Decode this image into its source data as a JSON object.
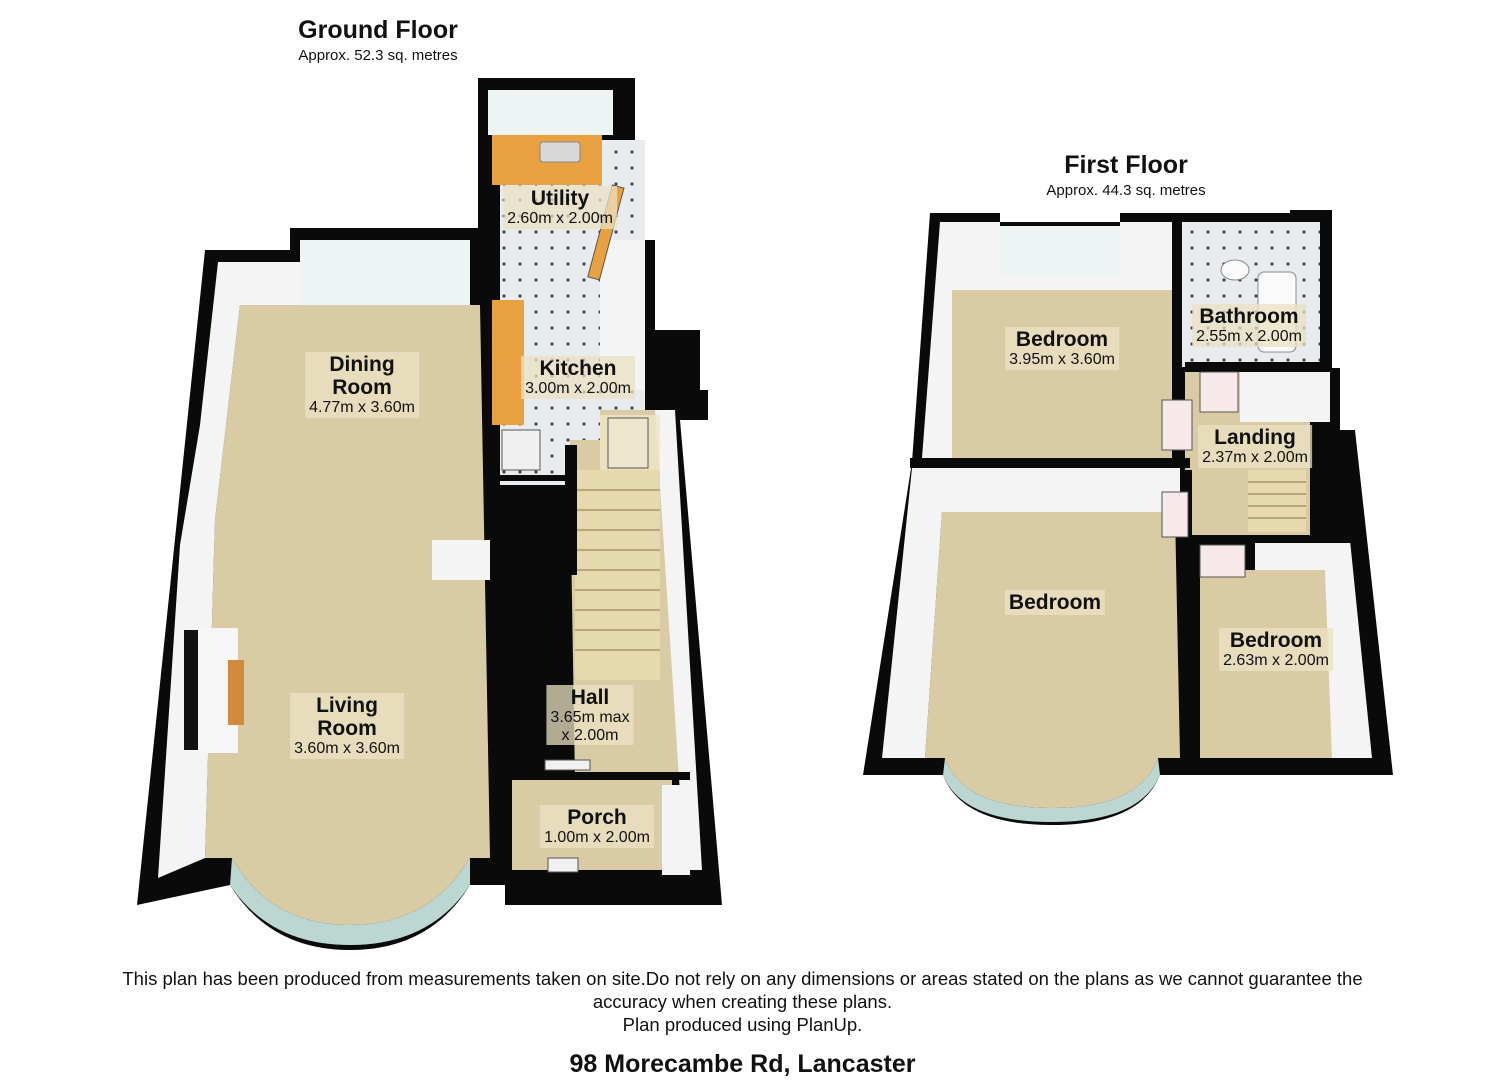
{
  "ground_floor": {
    "title": "Ground Floor",
    "area": "Approx. 52.3 sq. metres",
    "rooms": {
      "utility": {
        "name": "Utility",
        "dims": "2.60m x 2.00m"
      },
      "kitchen": {
        "name": "Kitchen",
        "dims": "3.00m x 2.00m"
      },
      "dining": {
        "name_line1": "Dining",
        "name_line2": "Room",
        "dims": "4.77m x 3.60m"
      },
      "living": {
        "name_line1": "Living",
        "name_line2": "Room",
        "dims": "3.60m x 3.60m"
      },
      "hall": {
        "name": "Hall",
        "dims_line1": "3.65m max",
        "dims_line2": "x 2.00m"
      },
      "porch": {
        "name": "Porch",
        "dims": "1.00m x 2.00m"
      }
    }
  },
  "first_floor": {
    "title": "First Floor",
    "area": "Approx. 44.3 sq. metres",
    "rooms": {
      "bedroom1": {
        "name": "Bedroom",
        "dims": "3.95m x 3.60m"
      },
      "bathroom": {
        "name": "Bathroom",
        "dims": "2.55m x 2.00m"
      },
      "landing": {
        "name": "Landing",
        "dims": "2.37m x 2.00m"
      },
      "bedroom2": {
        "name": "Bedroom"
      },
      "bedroom3": {
        "name": "Bedroom",
        "dims": "2.63m x 2.00m"
      }
    }
  },
  "disclaimer": {
    "line1": "This plan has been produced from measurements taken on site.Do not rely on any dimensions or areas stated on the plans as we cannot guarantee the",
    "line2": "accuracy when creating these plans.",
    "line3": "Plan produced using PlanUp."
  },
  "address": "98 Morecambe Rd, Lancaster",
  "colors": {
    "wall": "#0a0a0a",
    "floor": "#d9cca4",
    "tile": "#e6eaee",
    "wall_face": "#f4f4f4",
    "counter": "#e8a040"
  }
}
